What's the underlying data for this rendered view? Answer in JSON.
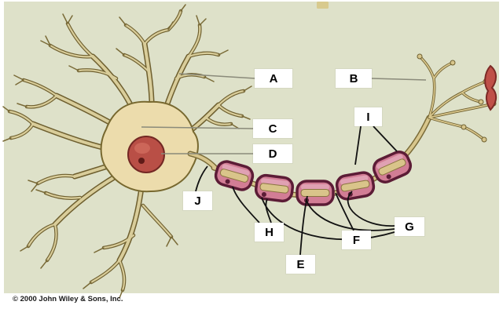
{
  "figure": {
    "subject": "neuron-anatomy-diagram",
    "copyright": "© 2000 John Wiley & Sons, Inc."
  },
  "labels": {
    "A": "A",
    "B": "B",
    "C": "C",
    "D": "D",
    "E": "E",
    "F": "F",
    "G": "G",
    "H": "H",
    "I": "I",
    "J": "J"
  },
  "colors": {
    "background": "#dee1c9",
    "branch_outline": "#6e5f2f",
    "branch_fill": "#d9cd9a",
    "cell_body": "#ecdcac",
    "nucleus": "#b94f46",
    "nucleolus": "#5f1b18",
    "myelin_outline": "#5c1c36",
    "myelin_fill": "#d27d95",
    "axon_band": "#d9c48a",
    "pointer_gray": "#8a8a7a",
    "pointer_black": "#111111",
    "label_box": "#ffffff",
    "label_text": "#000000"
  }
}
